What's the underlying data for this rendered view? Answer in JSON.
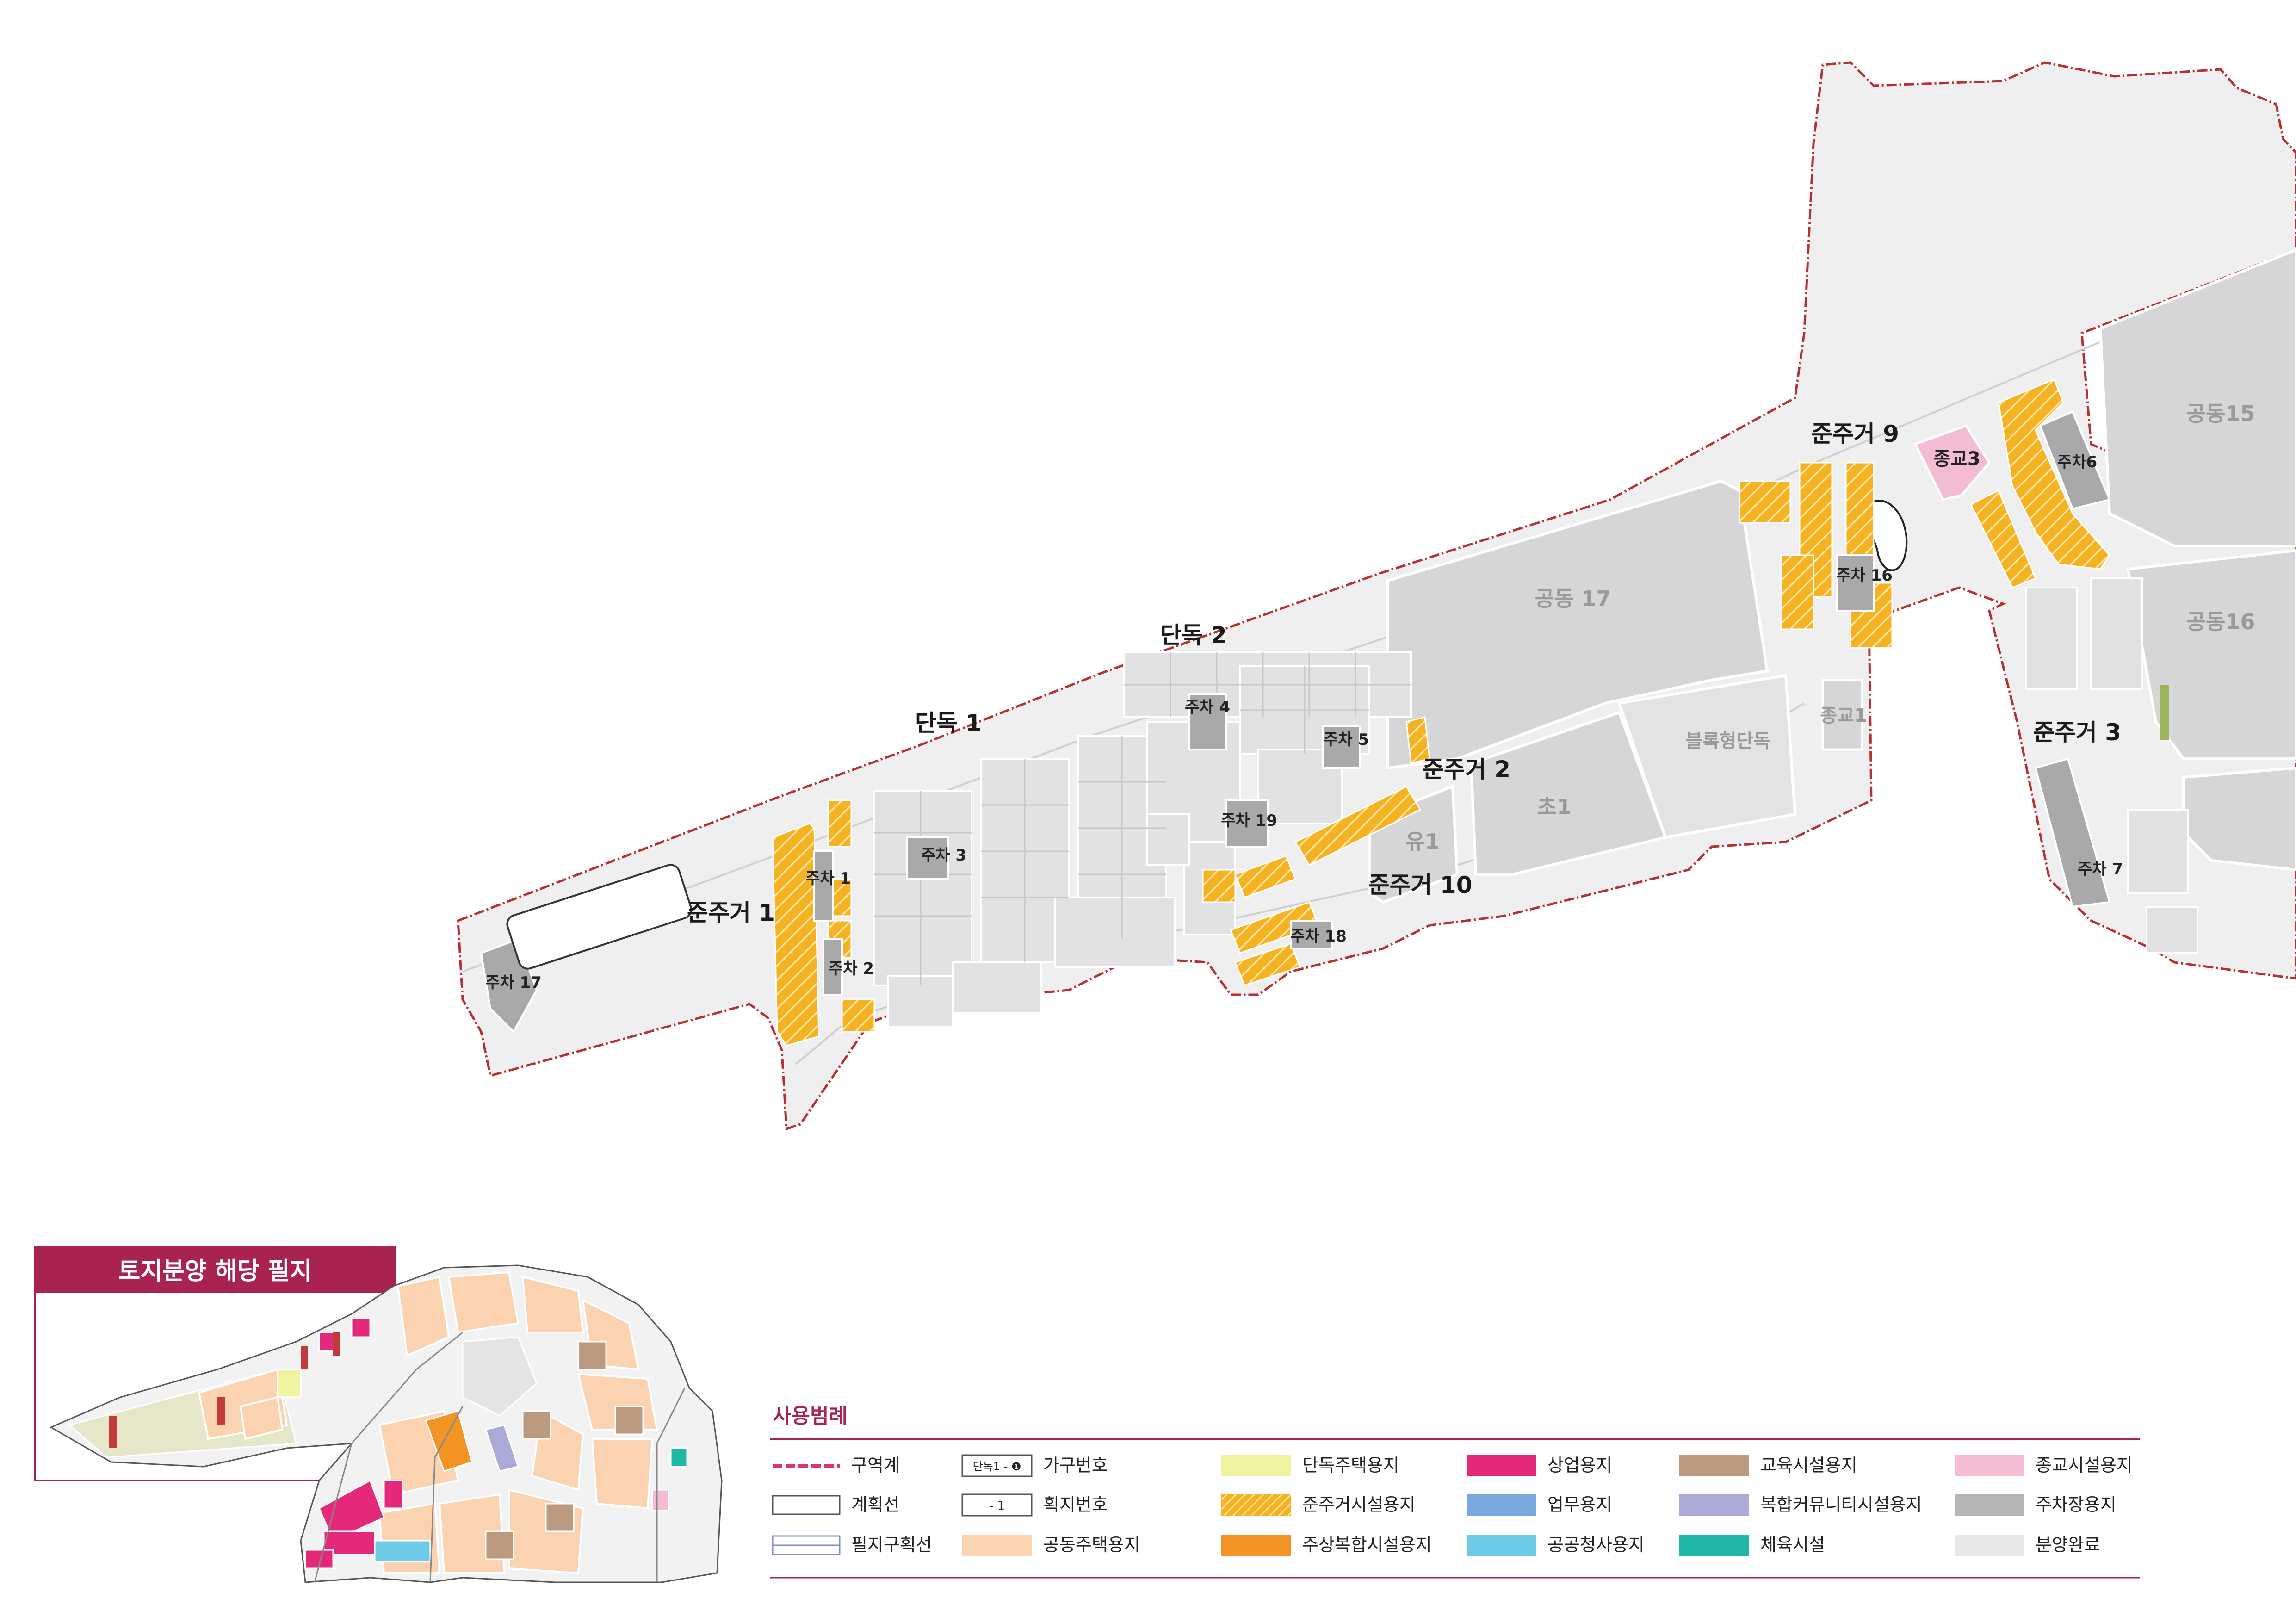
{
  "zones": {
    "danjok1": "단독 1",
    "danjok2": "단독 2",
    "junjugeo1": "준주거 1",
    "junjugeo2": "준주거 2",
    "junjugeo3": "준주거 3",
    "junjugeo9": "준주거 9",
    "junjugeo10": "준주거 10",
    "gongdong15": "공동15",
    "gongdong16": "공동16",
    "gongdong17": "공동 17",
    "block_danjok": "블록형단독",
    "cho1": "초1",
    "yu1": "유1",
    "jong1": "종교1",
    "jong3": "종교3"
  },
  "parking": {
    "p1": "주차 1",
    "p2": "주차 2",
    "p3": "주차 3",
    "p4": "주차 4",
    "p5": "주차 5",
    "p6": "주차6",
    "p7": "주차 7",
    "p16": "주차 16",
    "p17": "주차 17",
    "p18": "주차 18",
    "p19": "주차 19"
  },
  "inset": {
    "title": "토지분양 해당 필지"
  },
  "legend": {
    "title": "사용범례",
    "items": [
      {
        "label": "구역계",
        "swatch": "boundary",
        "color": "#e0306e"
      },
      {
        "label": "계획선",
        "swatch": "plan-line",
        "color": "#555555"
      },
      {
        "label": "필지구획선",
        "swatch": "parcel-line",
        "color": "#7b8fc9"
      },
      {
        "label": "가구번호",
        "swatch": "block-number",
        "sample": "단독1 - ❶"
      },
      {
        "label": "획지번호",
        "swatch": "lot-number",
        "sample": "- 1"
      },
      {
        "label": "공동주택용지",
        "swatch": "fill",
        "color": "#fbd3b0"
      },
      {
        "label": "단독주택용지",
        "swatch": "fill",
        "color": "#f1f3a2"
      },
      {
        "label": "준주거시설용지",
        "swatch": "hatch",
        "color": "#f5b324"
      },
      {
        "label": "주상복합시설용지",
        "swatch": "fill",
        "color": "#f39424"
      },
      {
        "label": "상업용지",
        "swatch": "fill",
        "color": "#e4287a"
      },
      {
        "label": "업무용지",
        "swatch": "fill",
        "color": "#7aa8de"
      },
      {
        "label": "공공청사용지",
        "swatch": "fill",
        "color": "#6ecbe8"
      },
      {
        "label": "교육시설용지",
        "swatch": "fill",
        "color": "#bc9a80"
      },
      {
        "label": "복합커뮤니티시설용지",
        "swatch": "fill",
        "color": "#aaaad6"
      },
      {
        "label": "체육시설",
        "swatch": "fill",
        "color": "#1fb8a8"
      },
      {
        "label": "종교시설용지",
        "swatch": "fill",
        "color": "#f4bcd4"
      },
      {
        "label": "주차장용지",
        "swatch": "fill",
        "color": "#b6b6b8"
      },
      {
        "label": "분양완료",
        "swatch": "fill",
        "color": "#e8e8e8"
      }
    ]
  },
  "colors": {
    "background": "#ffffff",
    "district": "#efefef",
    "sold": "#e8e8e8",
    "block_gray": "#d6d6d8",
    "parking": "#a9a9ab",
    "boundary": "#b5302f",
    "hatch_orange": "#f5b324",
    "religion_pink": "#f4bcd4",
    "title_magenta": "#a8234f"
  }
}
